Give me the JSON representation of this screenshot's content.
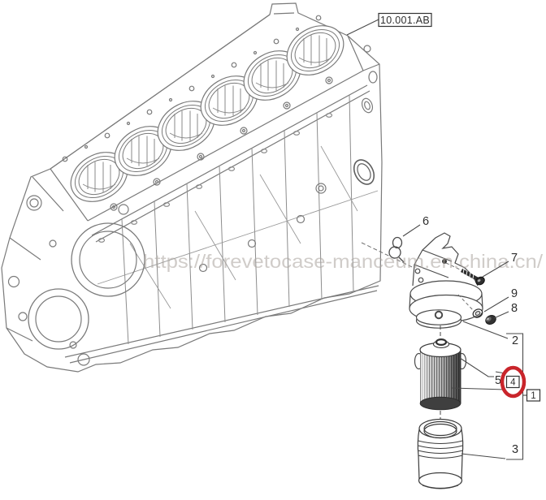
{
  "figure": {
    "section_code": "10.001.AB",
    "watermark": "https://forevetocase-manceum.en.china.cn/",
    "callouts": {
      "n1": "1",
      "n2": "2",
      "n3": "3",
      "n4": "4",
      "n5": "5",
      "n6": "6",
      "n7": "7",
      "n8": "8",
      "n9": "9"
    },
    "colors": {
      "highlight": "#c9252b",
      "line": "#7a7a7a",
      "dark_line": "#3c3c3c",
      "label": "#2e2e2e"
    }
  }
}
